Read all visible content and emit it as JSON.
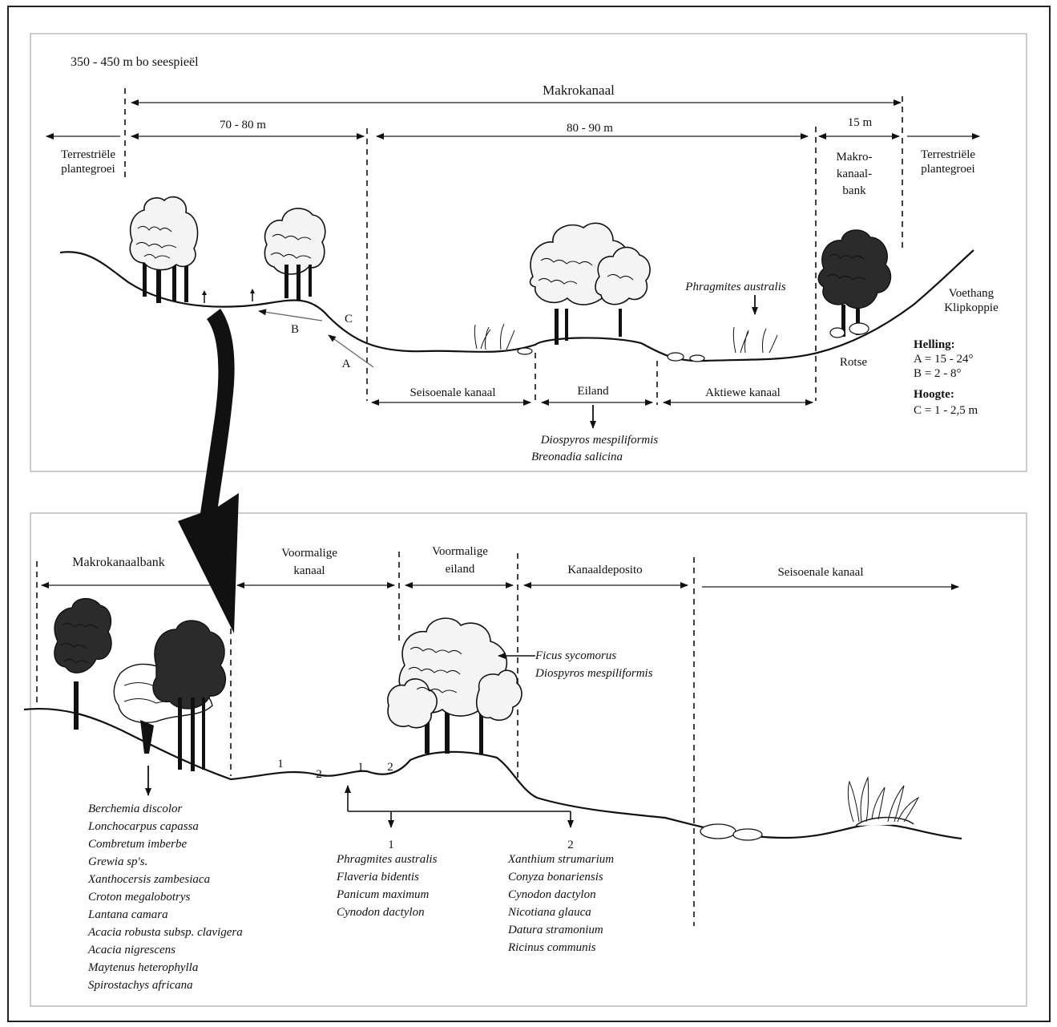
{
  "panel_top": {
    "elevation": "350 - 450 m bo seespieël",
    "macro_channel": "Makrokanaal",
    "width_1": "70 - 80 m",
    "width_2": "80 - 90 m",
    "width_3": "15 m",
    "terrestrial_left": [
      "Terrestriële",
      "plantegroei"
    ],
    "terrestrial_right": [
      "Terrestriële",
      "plantegroei"
    ],
    "macro_bank": [
      "Makro-",
      "kanaal-",
      "bank"
    ],
    "foot_slope": [
      "Voethang",
      "Klipkoppie"
    ],
    "phragmites": "Phragmites australis",
    "letter_a": "A",
    "letter_b": "B",
    "letter_c": "C",
    "seasonal_channel": "Seisoenale kanaal",
    "island": "Eiland",
    "active_channel": "Aktiewe kanaal",
    "rocks": "Rotse",
    "slope_title": "Helling:",
    "slope_a": "A = 15 - 24°",
    "slope_b": "B = 2 - 8°",
    "height_title": "Hoogte:",
    "height_c": "C = 1 - 2,5 m",
    "island_species": [
      "Diospyros mespiliformis",
      "Breonadia salicina"
    ]
  },
  "panel_bottom": {
    "macro_bank": "Makrokanaalbank",
    "former_channel": [
      "Voormalige",
      "kanaal"
    ],
    "former_island": [
      "Voormalige",
      "eiland"
    ],
    "channel_deposit": "Kanaaldeposito",
    "seasonal_channel": "Seisoenale kanaal",
    "ficus_species": [
      "Ficus sycomorus",
      "Diospyros mespiliformis"
    ],
    "ground_markers": [
      "1",
      "2",
      "1",
      "2"
    ],
    "bank_species": [
      "Berchemia discolor",
      "Lonchocarpus capassa",
      "Combretum imberbe",
      "Grewia sp's.",
      "Xanthocersis zambesiaca",
      "Croton  megalobotrys",
      "Lantana camara",
      "Acacia robusta subsp. clavigera",
      "Acacia nigrescens",
      "Maytenus heterophylla",
      "Spirostachys africana"
    ],
    "group_1_label": "1",
    "group_1_species": [
      "Phragmites australis",
      "Flaveria bidentis",
      "Panicum maximum",
      "Cynodon dactylon"
    ],
    "group_2_label": "2",
    "group_2_species": [
      "Xanthium strumarium",
      "Conyza bonariensis",
      "Cynodon dactylon",
      "Nicotiana glauca",
      "Datura stramonium",
      "Ricinus communis"
    ]
  }
}
